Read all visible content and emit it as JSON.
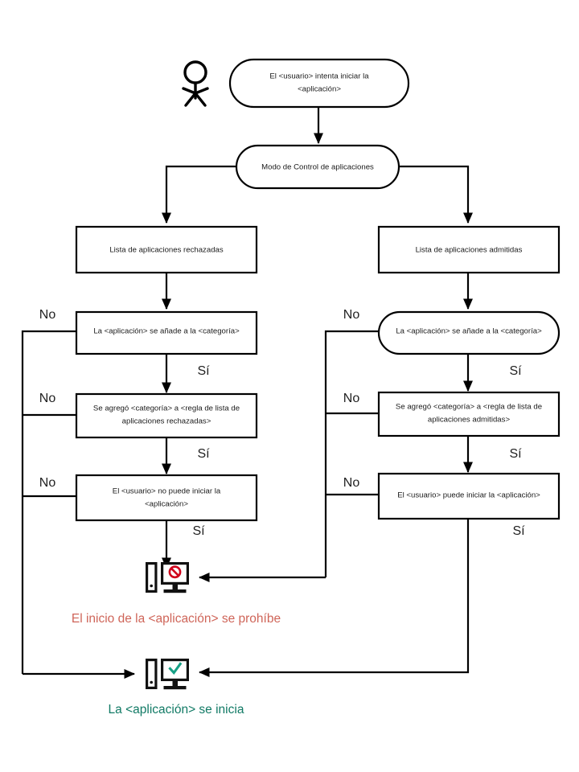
{
  "diagram": {
    "title": "Modo de Control de aplicaciones",
    "nodes": {
      "start": "El <usuario> intenta iniciar la <aplicación>",
      "decision_mode": "Modo de Control de aplicaciones",
      "denylist": "Lista de aplicaciones rechazadas",
      "allowlist": "Lista de aplicaciones admitidas",
      "deny_category": "La <aplicación> se añade a la <categoría>",
      "allow_category": "La <aplicación> se añade a la <categoría>",
      "deny_rule": "Se agregó <categoría> a <regla de lista de aplicaciones rechazadas>",
      "allow_rule": "Se agregó <categoría> a <regla de lista de aplicaciones admitidas>",
      "deny_result": "El <usuario> no puede iniciar la <aplicación>",
      "allow_result": "El <usuario> puede iniciar la <aplicación>"
    },
    "branch_labels": {
      "no": "No",
      "yes": "Sí"
    },
    "branches": {
      "left_no_1": "No",
      "left_no_2": "No",
      "left_no_3": "No",
      "left_yes_1": "Sí",
      "left_yes_2": "Sí",
      "left_yes_3": "Sí",
      "right_no_1": "No",
      "right_no_2": "No",
      "right_no_3": "No",
      "right_yes_1": "Sí",
      "right_yes_2": "Sí",
      "right_yes_3": "Sí"
    },
    "outcomes": {
      "blocked_caption": "El inicio de la <aplicación> se prohíbe",
      "started_caption": "La <aplicación> se inicia",
      "blocked_icon": "computer-blocked-icon",
      "started_icon": "computer-allowed-icon",
      "actor_icon": "user-actor-icon"
    },
    "colors": {
      "stroke": "#000000",
      "deny_text": "#cf6559",
      "allow_text": "#117a65",
      "deny_badge": "#d0021b",
      "allow_badge": "#16a085",
      "background": "#ffffff"
    }
  }
}
